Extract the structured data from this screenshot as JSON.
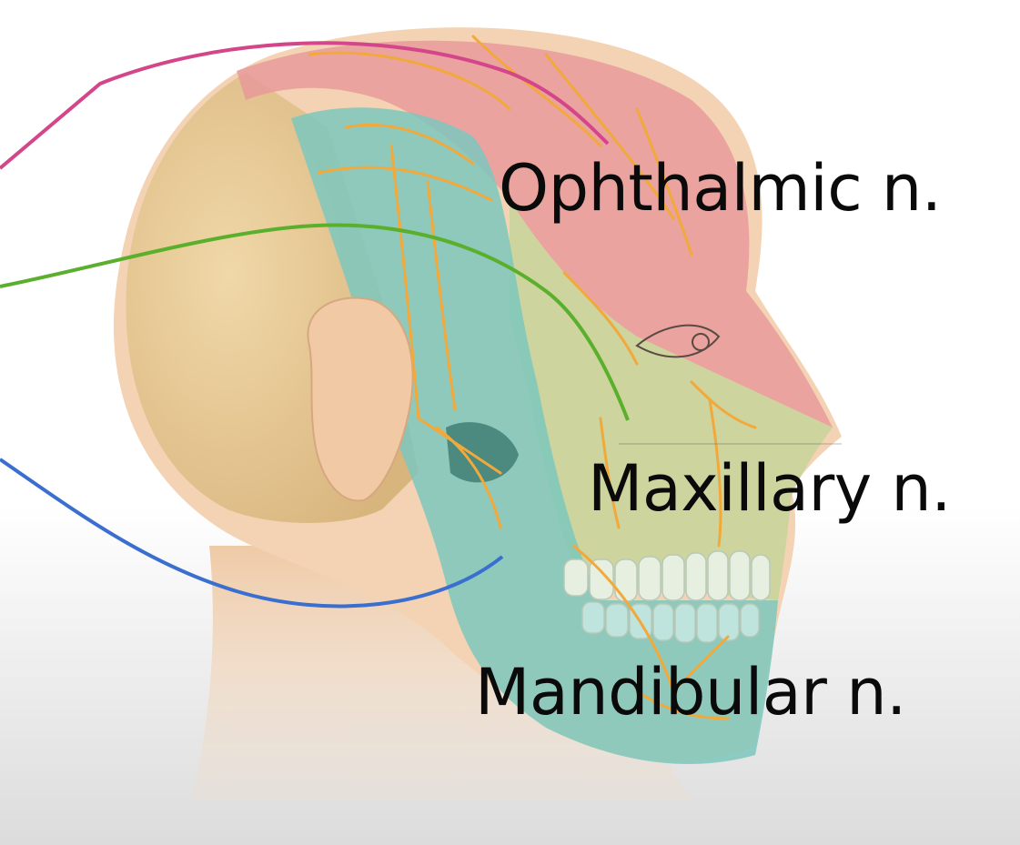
{
  "diagram": {
    "subject": "Trigeminal nerve sensory distribution of the head",
    "labels": [
      {
        "id": "ophthalmic",
        "text": "Ophthalmic n.",
        "line_color": "#d4468a",
        "region_color": "#e79a9a"
      },
      {
        "id": "maxillary",
        "text": "Maxillary n.",
        "line_color": "#5ab02c",
        "region_color": "#c9d49a"
      },
      {
        "id": "mandibular",
        "text": "Mandibular n.",
        "line_color": "#3a6fd0",
        "region_color": "#7cc7bd"
      }
    ],
    "colors": {
      "skin": "#f3d3b3",
      "skull": "#ecd19c",
      "nerve": "#f2a93b",
      "background": "#ffffff"
    }
  }
}
